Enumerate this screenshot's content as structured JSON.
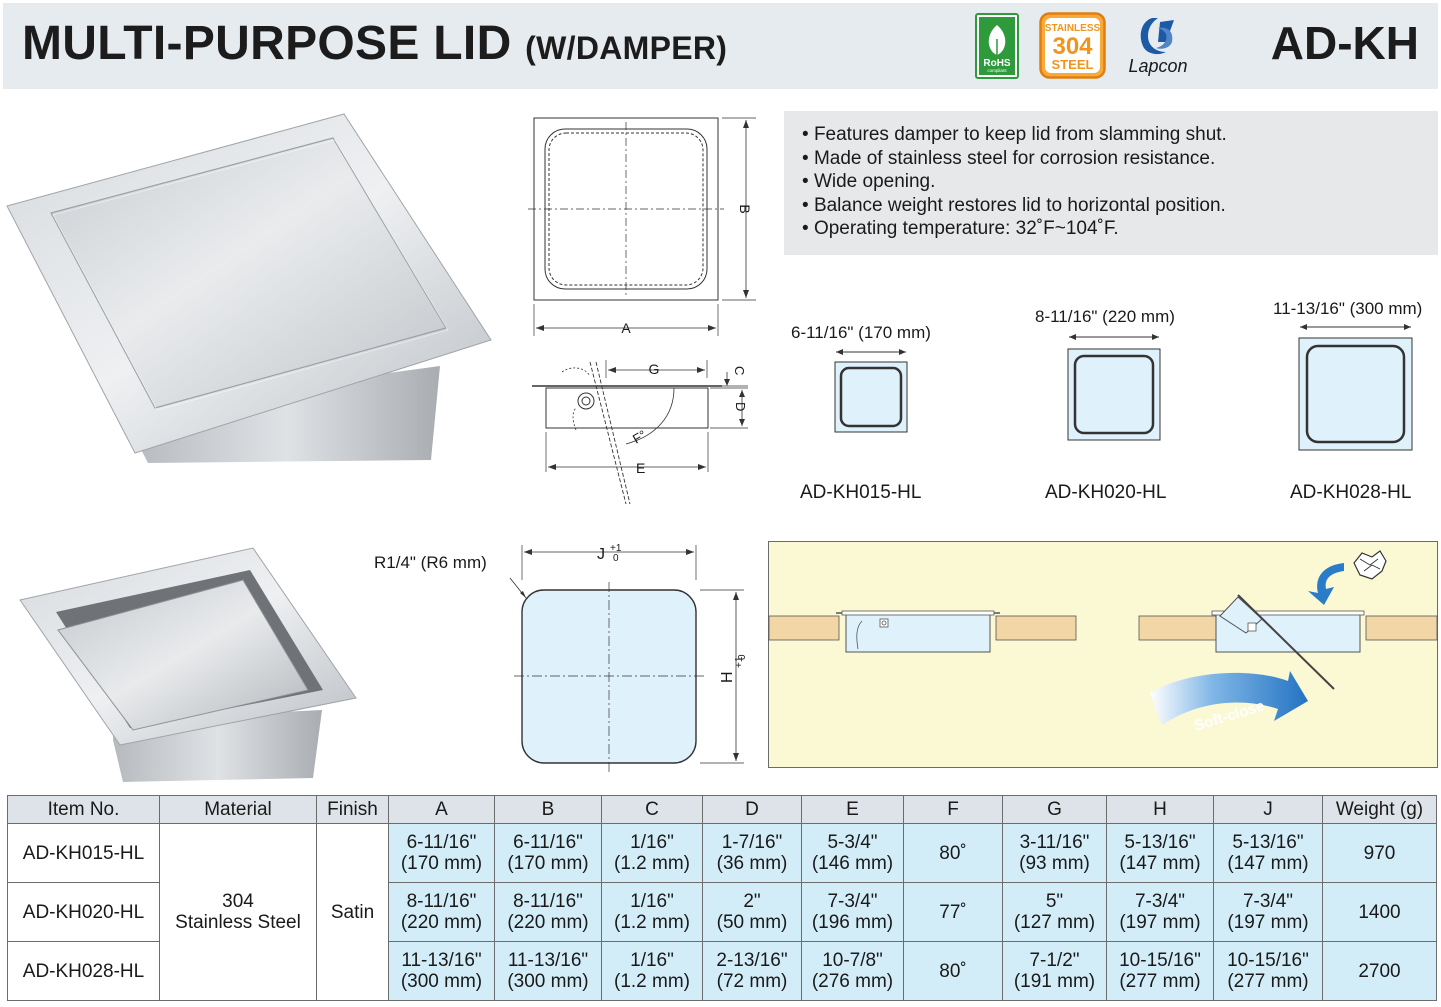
{
  "header": {
    "title": "MULTI-PURPOSE LID",
    "subtitle": "(W/DAMPER)",
    "code": "AD-KH",
    "badges": {
      "rohs": "RoHS",
      "rohs_sub": "compliant",
      "stainless_top": "STAINLESS",
      "stainless_mid": "304",
      "stainless_bot": "STEEL",
      "brand": "Lapcon"
    },
    "colors": {
      "header_bg": "#e5ebef",
      "rohs_green": "#2e9a3c",
      "stainless_orange": "#f0941e",
      "brand_blue": "#1c5aa6"
    }
  },
  "features": [
    "Features damper to keep lid from slamming shut.",
    "Made of stainless steel for corrosion resistance.",
    "Wide opening.",
    "Balance weight restores lid to horizontal position.",
    "Operating temperature: 32˚F~104˚F."
  ],
  "drawing_labels": {
    "a": "A",
    "b": "B",
    "c": "C",
    "d": "D",
    "e": "E",
    "f": "F°",
    "g": "G",
    "radius": "R1/4\" (R6 mm)",
    "j": "J",
    "h": "H",
    "tol_plus": "+1",
    "tol_zero": "0"
  },
  "sizes": [
    {
      "size": "6-11/16\" (170 mm)",
      "model": "AD-KH015-HL"
    },
    {
      "size": "8-11/16\" (220 mm)",
      "model": "AD-KH020-HL"
    },
    {
      "size": "11-13/16\" (300 mm)",
      "model": "AD-KH028-HL"
    }
  ],
  "soft_close_label": "Soft-close",
  "table": {
    "headers": [
      "Item No.",
      "Material",
      "Finish",
      "A",
      "B",
      "C",
      "D",
      "E",
      "F",
      "G",
      "H",
      "J",
      "Weight (g)"
    ],
    "material": [
      "304",
      "Stainless Steel"
    ],
    "finish": "Satin",
    "rows": [
      {
        "item": "AD-KH015-HL",
        "a": [
          "6-11/16\"",
          "(170 mm)"
        ],
        "b": [
          "6-11/16\"",
          "(170 mm)"
        ],
        "c": [
          "1/16\"",
          "(1.2 mm)"
        ],
        "d": [
          "1-7/16\"",
          "(36 mm)"
        ],
        "e": [
          "5-3/4\"",
          "(146 mm)"
        ],
        "f": "80˚",
        "g": [
          "3-11/16\"",
          "(93 mm)"
        ],
        "h": [
          "5-13/16\"",
          "(147 mm)"
        ],
        "j": [
          "5-13/16\"",
          "(147 mm)"
        ],
        "weight": "970"
      },
      {
        "item": "AD-KH020-HL",
        "a": [
          "8-11/16\"",
          "(220 mm)"
        ],
        "b": [
          "8-11/16\"",
          "(220 mm)"
        ],
        "c": [
          "1/16\"",
          "(1.2 mm)"
        ],
        "d": [
          "2\"",
          "(50 mm)"
        ],
        "e": [
          "7-3/4\"",
          "(196 mm)"
        ],
        "f": "77˚",
        "g": [
          "5\"",
          "(127 mm)"
        ],
        "h": [
          "7-3/4\"",
          "(197 mm)"
        ],
        "j": [
          "7-3/4\"",
          "(197 mm)"
        ],
        "weight": "1400"
      },
      {
        "item": "AD-KH028-HL",
        "a": [
          "11-13/16\"",
          "(300 mm)"
        ],
        "b": [
          "11-13/16\"",
          "(300 mm)"
        ],
        "c": [
          "1/16\"",
          "(1.2 mm)"
        ],
        "d": [
          "2-13/16\"",
          "(72 mm)"
        ],
        "e": [
          "10-7/8\"",
          "(276 mm)"
        ],
        "f": "80˚",
        "g": [
          "7-1/2\"",
          "(191 mm)"
        ],
        "h": [
          "10-15/16\"",
          "(277 mm)"
        ],
        "j": [
          "10-15/16\"",
          "(277 mm)"
        ],
        "weight": "2700"
      }
    ]
  }
}
